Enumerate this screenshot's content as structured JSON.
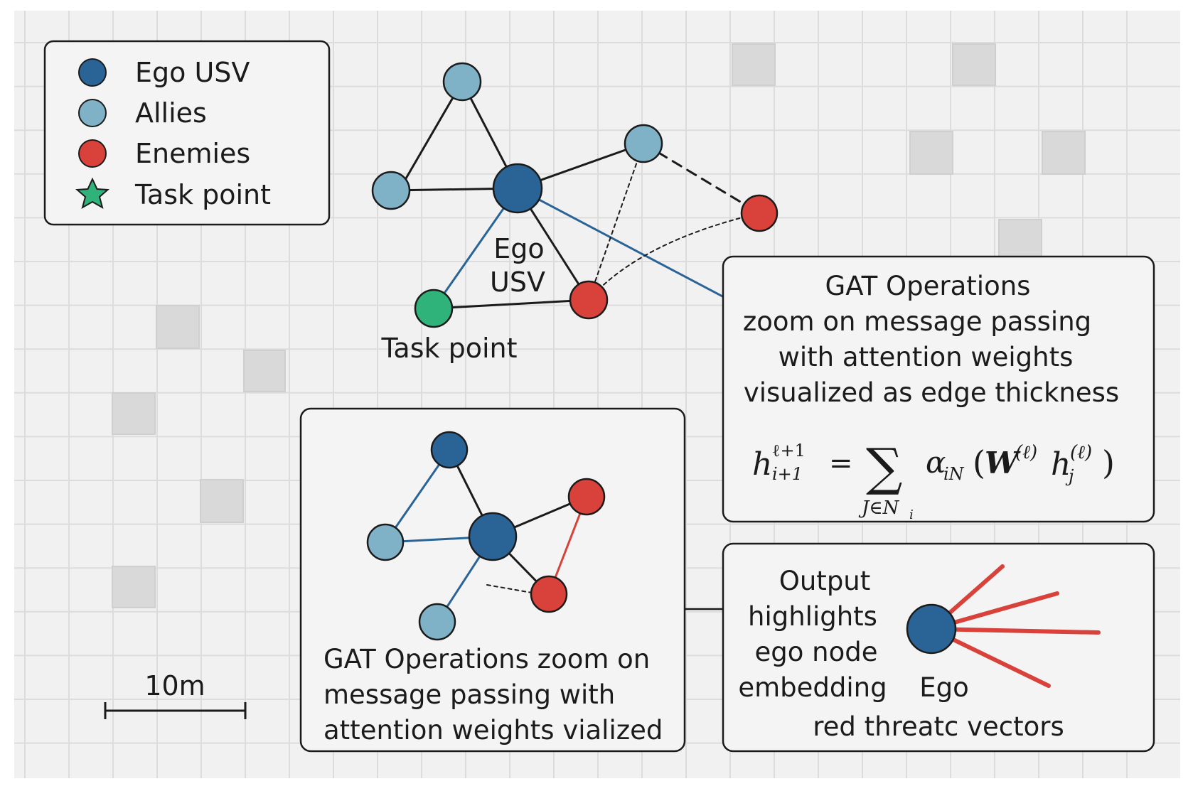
{
  "legend": {
    "items": [
      {
        "label": "Ego USV",
        "color": "#2a6496",
        "marker": "circle"
      },
      {
        "label": "Allies",
        "color": "#7fb2c7",
        "marker": "circle"
      },
      {
        "label": "Enemies",
        "color": "#d9423b",
        "marker": "circle"
      },
      {
        "label": "Task point",
        "color": "#2fb37a",
        "marker": "star-icon"
      }
    ]
  },
  "main_graph": {
    "ego_label_line1": "Ego",
    "ego_label_line2": "USV",
    "task_label": "Task point"
  },
  "gat_panel": {
    "lines": [
      "GAT Operations",
      "zoom on message passing",
      "with attention weights",
      "visualized as edge thickness"
    ],
    "formula": {
      "lhs_base": "h",
      "lhs_sup": "ℓ+1",
      "lhs_sub": "i+1",
      "equals": "=",
      "sum_symbol": "∑",
      "sum_sub": "J∈N",
      "sum_sub_i": "i",
      "alpha": "α",
      "alpha_sub": "iN",
      "paren_open": "(",
      "W": "W",
      "W_sup": "(ℓ)",
      "h": "h",
      "h_sub": "j",
      "h_sup": "(ℓ)",
      "paren_close": ")"
    }
  },
  "zoom_panel": {
    "caption_lines": [
      "GAT Operations zoom on",
      "message passing with",
      "attention weights vialized"
    ]
  },
  "output_panel": {
    "lines": [
      "Output",
      "highlights",
      "ego node",
      "embedding"
    ],
    "ego_label": "Ego",
    "vectors_caption": "red threatc vectors"
  },
  "scale_bar": {
    "label": "10m"
  },
  "colors": {
    "ego": "#2a6496",
    "ally": "#7fb2c7",
    "enemy": "#d9423b",
    "task": "#2fb37a",
    "attention_edge": "#2a6496",
    "threat": "#d9423b",
    "grid": "#dcdcdc",
    "obstacle": "#d9d9d9"
  }
}
